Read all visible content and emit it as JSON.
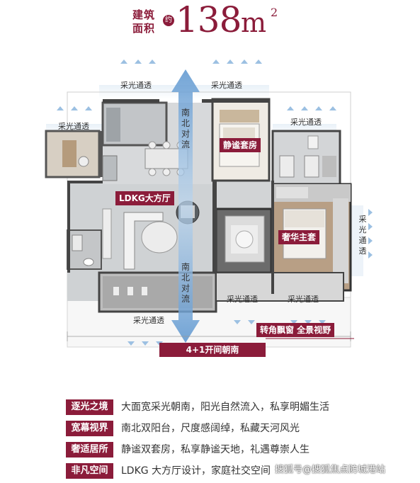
{
  "header": {
    "label_line1": "建筑",
    "label_line2": "面积",
    "approx": "约",
    "area_value": "138",
    "area_unit": "m",
    "area_sup": "2"
  },
  "plan": {
    "daylight_label": "采光通透",
    "north_south_label": "南北对流",
    "ldkg_label": "LDKG大方厅",
    "quiet_suite_label": "静谧套房",
    "master_suite_label": "奢华主套",
    "corner_window_label": "转角飘窗 全景视野",
    "bay_label": "4+1开间朝南"
  },
  "features": [
    {
      "key": "逐光之境",
      "text": "大面宽采光朝南，阳光自然流入，私享明媚生活"
    },
    {
      "key": "宽幕视界",
      "text": "南北双阳台，尺度感阔绰，私藏天河风光"
    },
    {
      "key": "奢适居所",
      "text": "静谧双套房，私享静谧天地，礼遇尊崇人生"
    },
    {
      "key": "非凡空间",
      "text": "LDKG 大方厅设计，家庭社交空间"
    }
  ],
  "watermark": "搜狐号@搜狐焦点防城港站",
  "colors": {
    "accent": "#8b1c3a",
    "arrow": "#4a86c5"
  }
}
